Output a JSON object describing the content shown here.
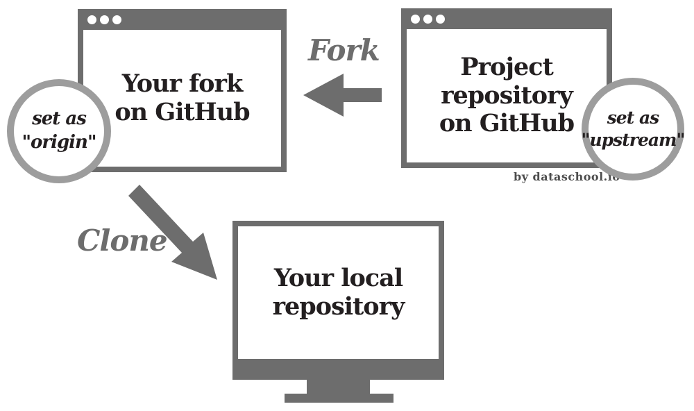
{
  "diagram": {
    "fork_window": {
      "title_lines": [
        "Your fork",
        "on GitHub"
      ]
    },
    "project_window": {
      "title_lines": [
        "Project",
        "repository",
        "on GitHub"
      ]
    },
    "local_repository": {
      "title_lines": [
        "Your local",
        "repository"
      ]
    },
    "origin_badge": {
      "lines": [
        "set as",
        "\"origin\""
      ]
    },
    "upstream_badge": {
      "lines": [
        "set as",
        "\"upstream\""
      ]
    },
    "fork_arrow_label": "Fork",
    "clone_arrow_label": "Clone",
    "credit": "by dataschool.io"
  },
  "colors": {
    "frame_gray": "#6d6d6d",
    "badge_ring_gray": "#9d9d9d",
    "text_black": "#231f20",
    "arrow_label_gray": "#6d6d6d",
    "credit_gray": "#4d4d4d",
    "background": "#ffffff"
  }
}
